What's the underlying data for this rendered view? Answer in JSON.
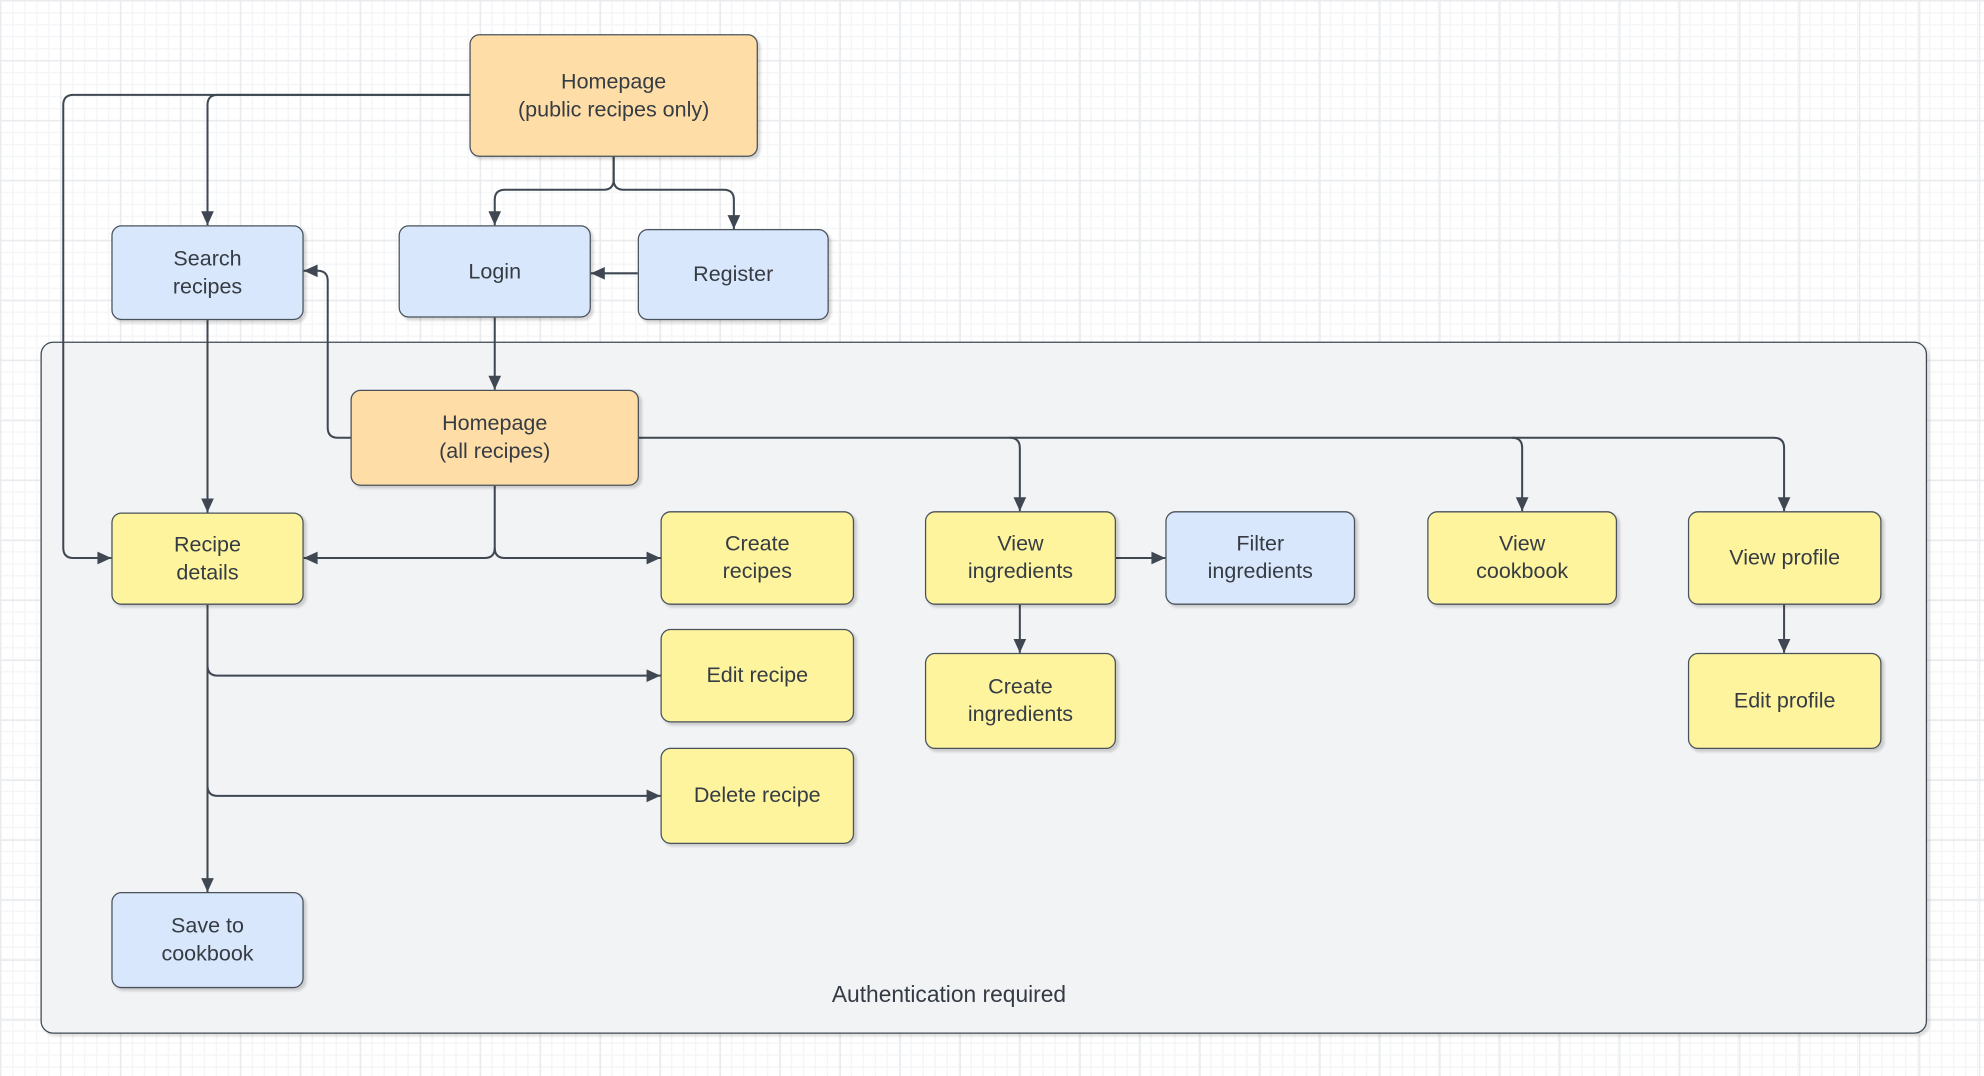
{
  "diagram": {
    "type": "flowchart",
    "palette": {
      "orange_fill": "#FFDDA6",
      "blue_fill": "#D9E7FC",
      "yellow_fill": "#FEF49E",
      "container_fill": "#F2F3F5",
      "stroke": "#3F4852",
      "text": "#363C44",
      "page_background": "#FFFFFF",
      "grid_line": "#E9EBEE"
    },
    "container": {
      "label": "Authentication required"
    },
    "nodes": {
      "homepage_public": {
        "label": "Homepage\n(public recipes only)",
        "color": "orange"
      },
      "search_recipes": {
        "label": "Search\nrecipes",
        "color": "blue"
      },
      "login": {
        "label": "Login",
        "color": "blue"
      },
      "register": {
        "label": "Register",
        "color": "blue"
      },
      "homepage_all": {
        "label": "Homepage\n(all recipes)",
        "color": "orange"
      },
      "recipe_details": {
        "label": "Recipe\ndetails",
        "color": "yellow"
      },
      "create_recipes": {
        "label": "Create\nrecipes",
        "color": "yellow"
      },
      "view_ingredients": {
        "label": "View\ningredients",
        "color": "yellow"
      },
      "filter_ingredients": {
        "label": "Filter\ningredients",
        "color": "blue"
      },
      "view_cookbook": {
        "label": "View\ncookbook",
        "color": "yellow"
      },
      "view_profile": {
        "label": "View profile",
        "color": "yellow"
      },
      "edit_recipe": {
        "label": "Edit recipe",
        "color": "yellow"
      },
      "create_ingredients": {
        "label": "Create\ningredients",
        "color": "yellow"
      },
      "edit_profile": {
        "label": "Edit profile",
        "color": "yellow"
      },
      "delete_recipe": {
        "label": "Delete recipe",
        "color": "yellow"
      },
      "save_to_cookbook": {
        "label": "Save to\ncookbook",
        "color": "blue"
      }
    },
    "edges": [
      {
        "from": "homepage_public",
        "to": "login"
      },
      {
        "from": "homepage_public",
        "to": "register"
      },
      {
        "from": "homepage_public",
        "to": "search_recipes"
      },
      {
        "from": "homepage_public",
        "to": "recipe_details"
      },
      {
        "from": "register",
        "to": "login"
      },
      {
        "from": "login",
        "to": "homepage_all"
      },
      {
        "from": "homepage_all",
        "to": "search_recipes"
      },
      {
        "from": "homepage_all",
        "to": "recipe_details"
      },
      {
        "from": "homepage_all",
        "to": "create_recipes"
      },
      {
        "from": "homepage_all",
        "to": "view_ingredients"
      },
      {
        "from": "homepage_all",
        "to": "view_cookbook"
      },
      {
        "from": "homepage_all",
        "to": "view_profile"
      },
      {
        "from": "search_recipes",
        "to": "recipe_details"
      },
      {
        "from": "view_ingredients",
        "to": "filter_ingredients"
      },
      {
        "from": "view_ingredients",
        "to": "create_ingredients"
      },
      {
        "from": "view_profile",
        "to": "edit_profile"
      },
      {
        "from": "recipe_details",
        "to": "edit_recipe"
      },
      {
        "from": "recipe_details",
        "to": "delete_recipe"
      },
      {
        "from": "recipe_details",
        "to": "save_to_cookbook"
      }
    ]
  }
}
